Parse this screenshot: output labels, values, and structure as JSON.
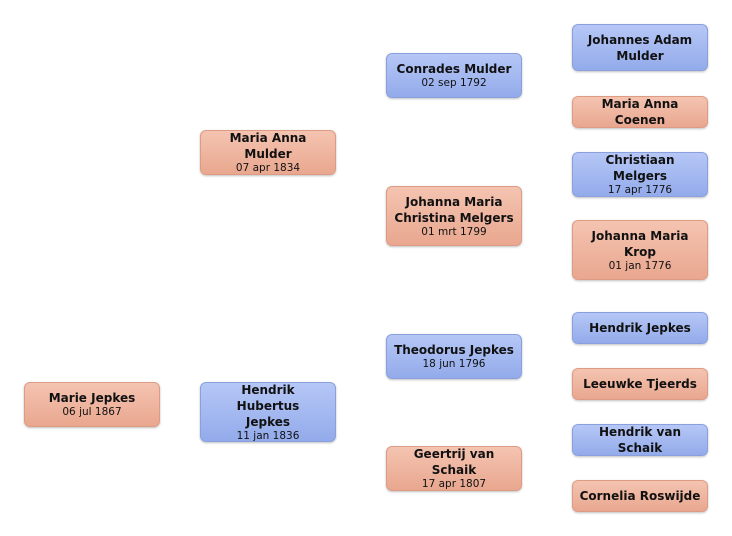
{
  "people": {
    "root": {
      "name": "Marie Jepkes",
      "date": "06 jul 1867"
    },
    "mother": {
      "name": "Maria Anna Mulder",
      "date": "07 apr 1834"
    },
    "father": {
      "name": "Hendrik Hubertus Jepkes",
      "date": "11 jan 1836"
    },
    "mm_father": {
      "name": "Conrades Mulder",
      "date": "02 sep 1792"
    },
    "mm_mother": {
      "name": "Johanna Maria Christina Melgers",
      "date": "01 mrt 1799"
    },
    "fp_father": {
      "name": "Theodorus Jepkes",
      "date": "18 jun 1796"
    },
    "fp_mother": {
      "name": "Geertrij van Schaik",
      "date": "17 apr 1807"
    },
    "g1": {
      "name": "Johannes Adam Mulder",
      "date": ""
    },
    "g2": {
      "name": "Maria Anna Coenen",
      "date": ""
    },
    "g3": {
      "name": "Christiaan Melgers",
      "date": "17 apr 1776"
    },
    "g4": {
      "name": "Johanna Maria Krop",
      "date": "01 jan 1776"
    },
    "g5": {
      "name": "Hendrik Jepkes",
      "date": ""
    },
    "g6": {
      "name": "Leeuwke Tjeerds",
      "date": ""
    },
    "g7": {
      "name": "Hendrik van Schaik",
      "date": ""
    },
    "g8": {
      "name": "Cornelia Roswijde",
      "date": ""
    }
  },
  "colors": {
    "male": "#a3b8f0",
    "female": "#eeb39d"
  }
}
